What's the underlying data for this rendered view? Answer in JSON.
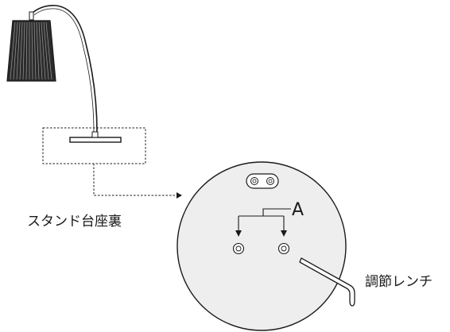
{
  "labels": {
    "stand_base_underside": "スタンド台座裏",
    "adjustment_wrench": "調節レンチ",
    "callout_a": "A"
  },
  "icons": {
    "lamp": "floor-lamp-with-arched-arm",
    "base": "stand-base-plate",
    "wrench": "hex-key-wrench",
    "screws": "adjustment-screw"
  },
  "colors": {
    "line": "#1a1a1a",
    "base_fill": "#eeeeee",
    "shade_dark": "#2b2b2b"
  }
}
